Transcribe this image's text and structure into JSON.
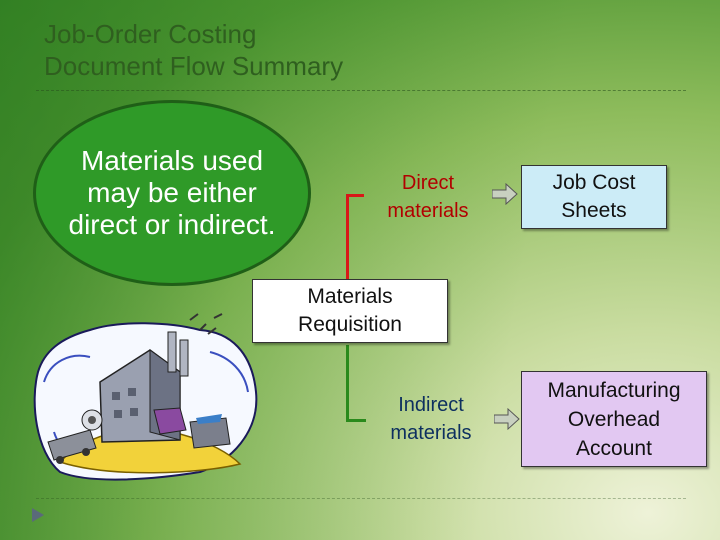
{
  "slide": {
    "title_line1": "Job-Order Costing",
    "title_line2": "Document Flow Summary",
    "callout": "Materials used may be either direct or indirect.",
    "requisition_line1": "Materials",
    "requisition_line2": "Requisition",
    "direct_line1": "Direct",
    "direct_line2": "materials",
    "indirect_line1": "Indirect",
    "indirect_line2": "materials",
    "job_cost_line1": "Job Cost",
    "job_cost_line2": "Sheets",
    "moh_line1": "Manufacturing",
    "moh_line2": "Overhead",
    "moh_line3": "Account"
  },
  "colors": {
    "title": "#2f5f1f",
    "callout_fill": "#2f9a28",
    "direct_path": "#d81818",
    "direct_text": "#b20000",
    "indirect_path": "#2a8a1c",
    "indirect_text": "#0d2f5f",
    "job_cost_fill": "#ccecf7",
    "moh_fill": "#e2c8f2"
  },
  "icons": {
    "nav": "play-triangle-icon",
    "clipart": "factory-clipart"
  }
}
